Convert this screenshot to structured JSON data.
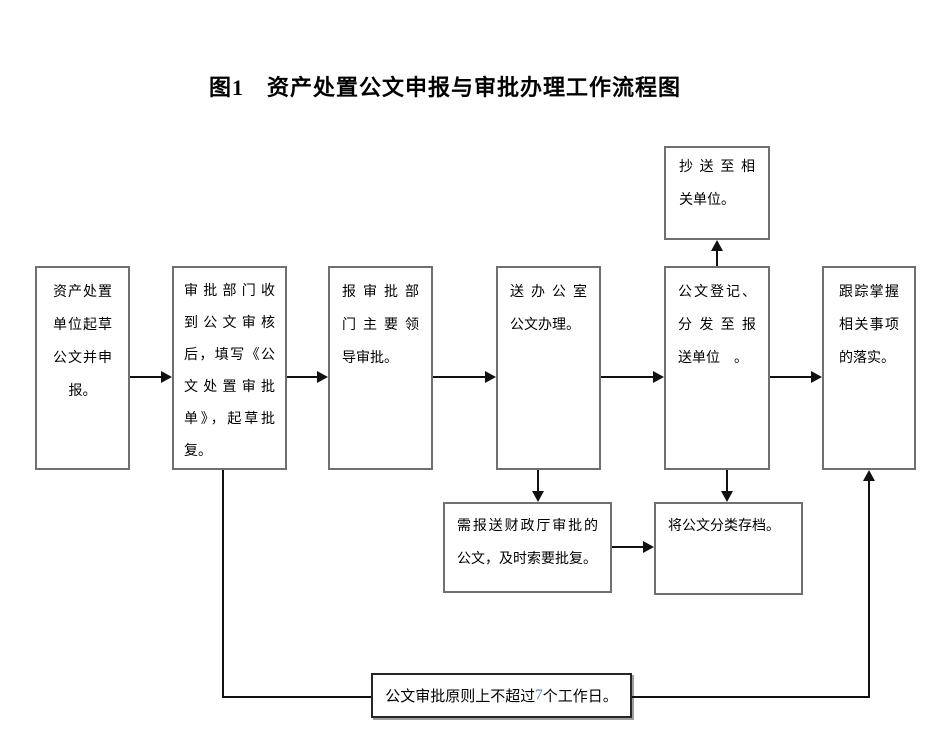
{
  "title": "图1　资产处置公文申报与审批办理工作流程图",
  "colors": {
    "background": "#ffffff",
    "text": "#000000",
    "line": "#111111",
    "box_border": "#707070",
    "note_border": "#262626",
    "note_shadow": "#9e9e9e",
    "highlight_number": "#4f81bd"
  },
  "flow": {
    "draft": {
      "lines": [
        "资产处置",
        "单位起草",
        "公文并申",
        "报。"
      ]
    },
    "review": {
      "lines": [
        "审批部门收",
        "到公文审核",
        "后，填写《公",
        "文处置审批",
        "单》，起草批",
        "复。"
      ]
    },
    "leader": {
      "lines": [
        "报审批部",
        "门主要领",
        "导审批。"
      ]
    },
    "office": {
      "lines": [
        "送办公室",
        "公文办理。"
      ]
    },
    "register": {
      "lines": [
        "公文登记、",
        "分发至报",
        "送单位　。"
      ]
    },
    "track": {
      "lines": [
        "跟踪掌握",
        "相关事项",
        "的落实。"
      ]
    },
    "copy": {
      "lines": [
        "抄送至相",
        "关单位。"
      ]
    },
    "finance": {
      "lines": [
        "需报送财政厅审批的",
        "公文，及时索要批复。"
      ]
    },
    "archive": {
      "lines": [
        "将公文分类存档。"
      ]
    },
    "note": {
      "prefix": "公文审批原则上不超过 ",
      "number": "7",
      "suffix": " 个工作日。"
    }
  }
}
